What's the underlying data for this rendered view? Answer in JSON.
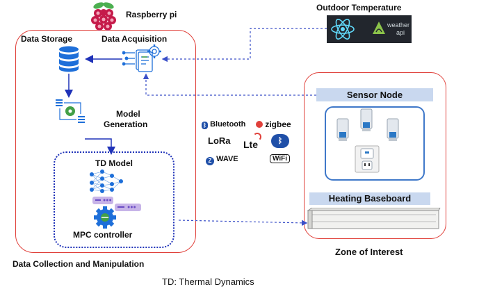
{
  "labels": {
    "raspberry": "Raspberry pi",
    "outdoor": "Outdoor Temperature",
    "data_storage": "Data Storage",
    "data_acq": "Data Acquisition",
    "model_gen_1": "Model",
    "model_gen_2": "Generation",
    "td_model": "TD Model",
    "mpc": "MPC controller",
    "sensor_node": "Sensor Node",
    "heating": "Heating Baseboard",
    "zone": "Zone of Interest",
    "data_collection": "Data Collection and Manipulation",
    "footnote": "TD: Thermal Dynamics"
  },
  "weather_logo": {
    "line1": "weather",
    "line2": "api"
  },
  "technologies": {
    "bluetooth": "Bluetooth",
    "zigbee": "zigbee",
    "lora": "LoRa",
    "lte": "Lte",
    "zwave": "WAVE",
    "wifi": "WiFi"
  },
  "colors": {
    "frame_red": "#e0403a",
    "arrow_blue": "#1f32b8",
    "dashed_blue": "#3a4fc8",
    "icon_blue": "#1e6fd9",
    "bar_blue": "#c9d8ef",
    "raspberry_red": "#c51a4a",
    "leaf_green": "#4caf50"
  }
}
